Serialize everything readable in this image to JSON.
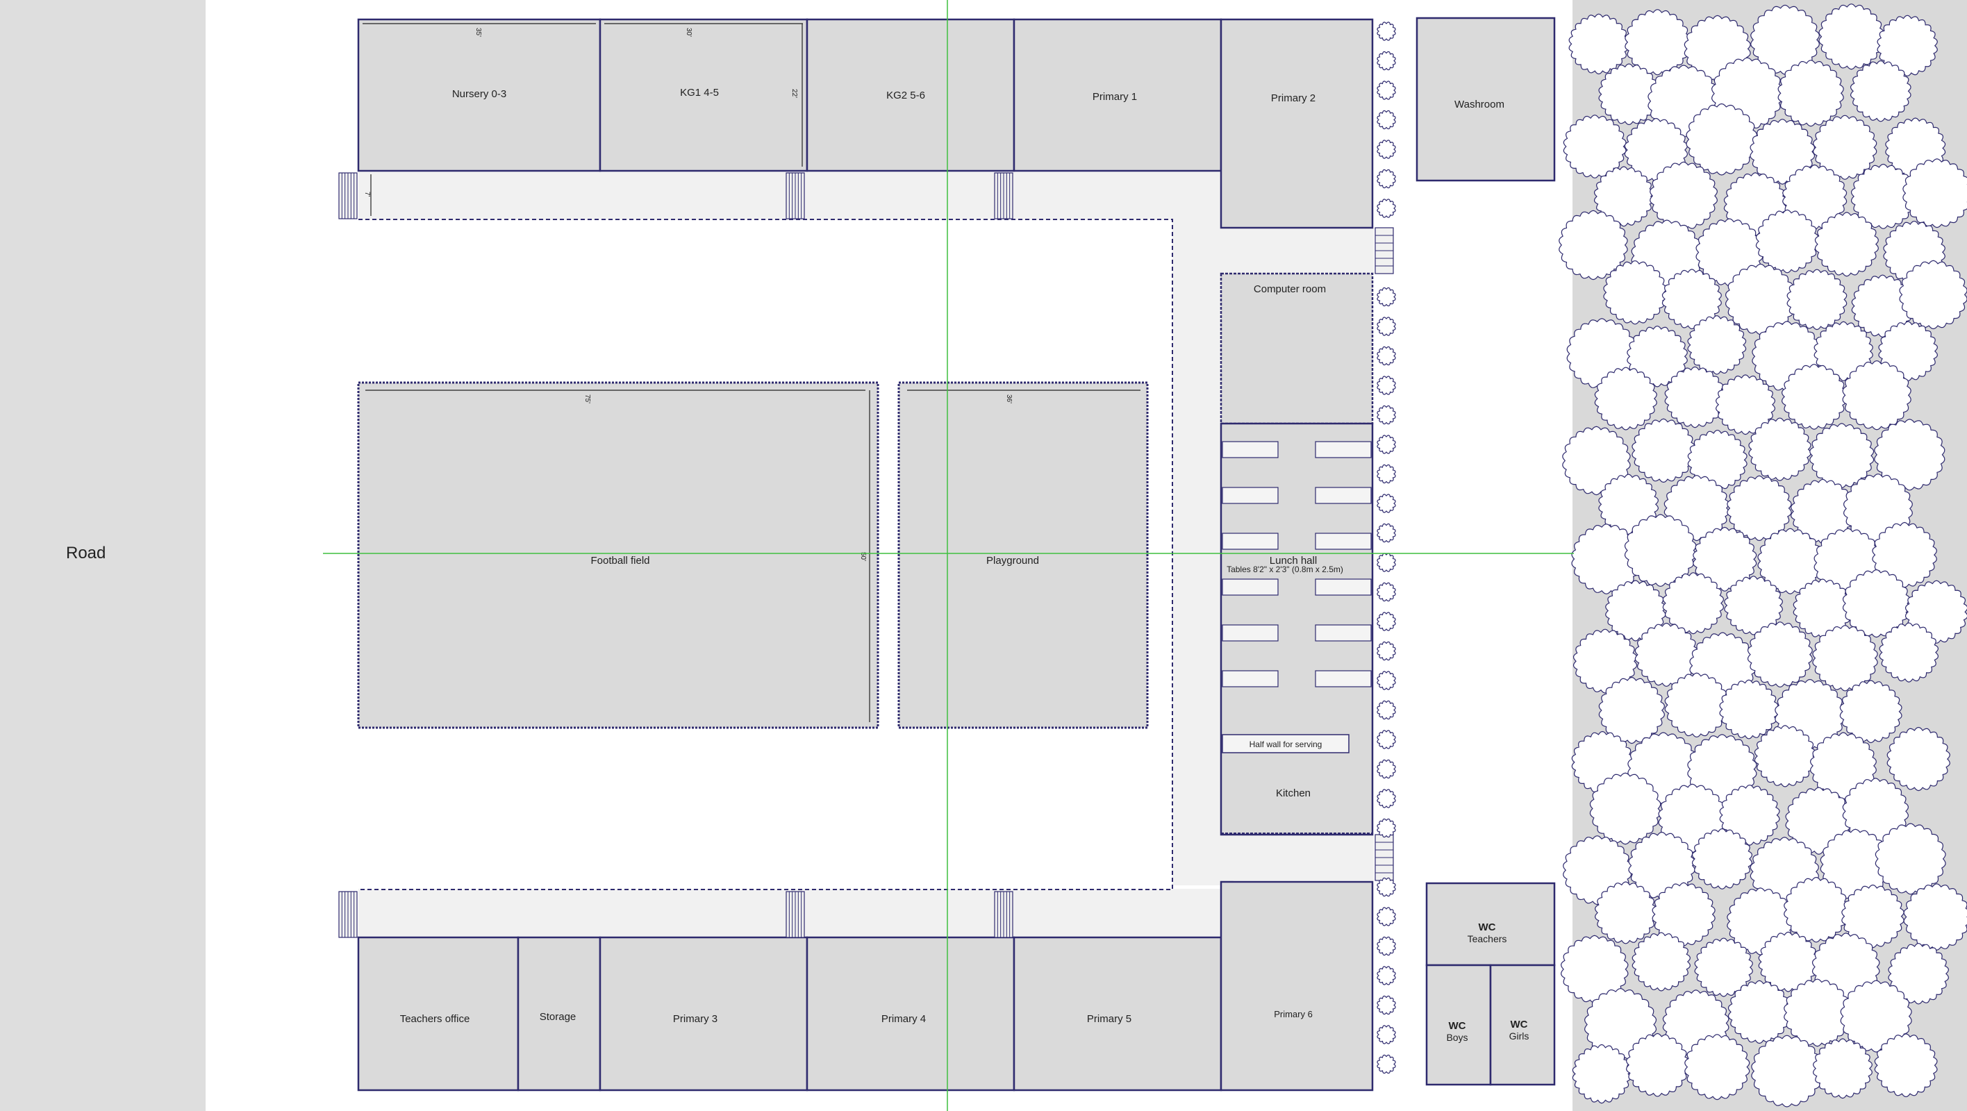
{
  "road": {
    "label": "Road"
  },
  "rooms_top": [
    {
      "id": "nursery",
      "label": "Nursery 0-3"
    },
    {
      "id": "kg1",
      "label": "KG1  4-5"
    },
    {
      "id": "kg2",
      "label": "KG2 5-6"
    },
    {
      "id": "primary-1",
      "label": "Primary 1"
    },
    {
      "id": "primary-2",
      "label": "Primary 2"
    }
  ],
  "washroom": {
    "label": "Washroom"
  },
  "east_wing": {
    "computer_room": "Computer room",
    "lunch_hall": "Lunch hall",
    "tables_note": "Tables 8'2\" x 2'3\" (0.8m x 2.5m)",
    "serving_wall": "Half wall for serving",
    "kitchen": "Kitchen"
  },
  "fields": {
    "football": "Football field",
    "playground": "Playground"
  },
  "rooms_bottom": [
    {
      "id": "teachers-office",
      "label": "Teachers office"
    },
    {
      "id": "storage",
      "label": "Storage"
    },
    {
      "id": "primary-3",
      "label": "Primary 3"
    },
    {
      "id": "primary-4",
      "label": "Primary 4"
    },
    {
      "id": "primary-5",
      "label": "Primary 5"
    },
    {
      "id": "primary-6",
      "label": "Primary 6"
    }
  ],
  "wc": {
    "teachers": {
      "title": "WC",
      "sub": "Teachers"
    },
    "boys": {
      "title": "WC",
      "sub": "Boys"
    },
    "girls": {
      "title": "WC",
      "sub": "Girls"
    }
  },
  "dimensions": {
    "nursery_width": "35'",
    "kg1_width": "30'",
    "kg1_depth": "22'",
    "corridor_width": "7'",
    "football_width": "75'",
    "football_depth": "50'",
    "playground_width": "36'"
  },
  "colors": {
    "wall": "#2e2a6e",
    "room_fill": "#dadada",
    "corridor_fill": "#f1f1f1",
    "guide_line": "#3fbf3f",
    "road": "#dedede"
  },
  "icons": {
    "tree": "tree-icon",
    "stairs": "stairs-icon"
  }
}
